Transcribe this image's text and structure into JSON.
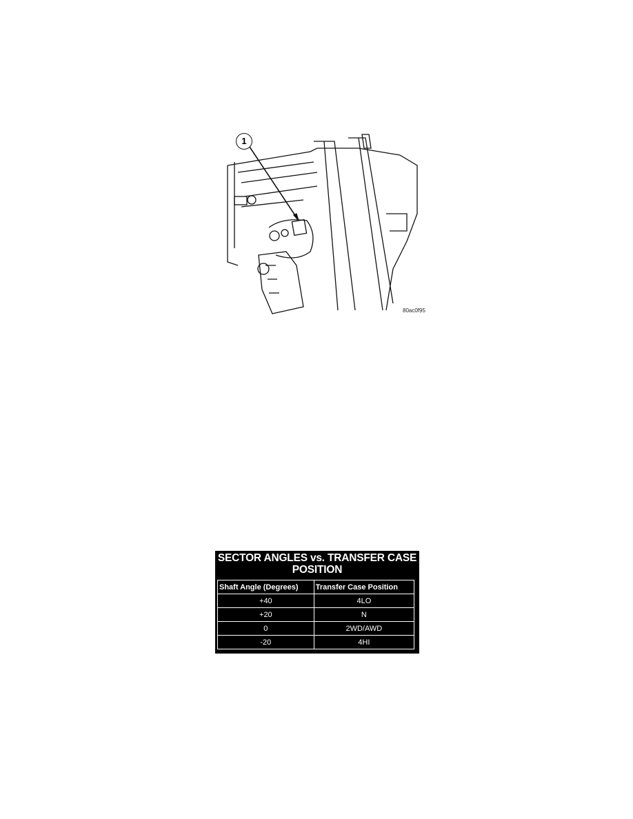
{
  "figure": {
    "callout": "1",
    "code": "80ac0f95"
  },
  "table": {
    "title": "SECTOR ANGLES vs. TRANSFER CASE POSITION",
    "headers": [
      "Shaft Angle (Degrees)",
      "Transfer Case Position"
    ],
    "rows": [
      [
        "+40",
        "4LO"
      ],
      [
        "+20",
        "N"
      ],
      [
        "0",
        "2WD/AWD"
      ],
      [
        "-20",
        "4HI"
      ]
    ]
  }
}
